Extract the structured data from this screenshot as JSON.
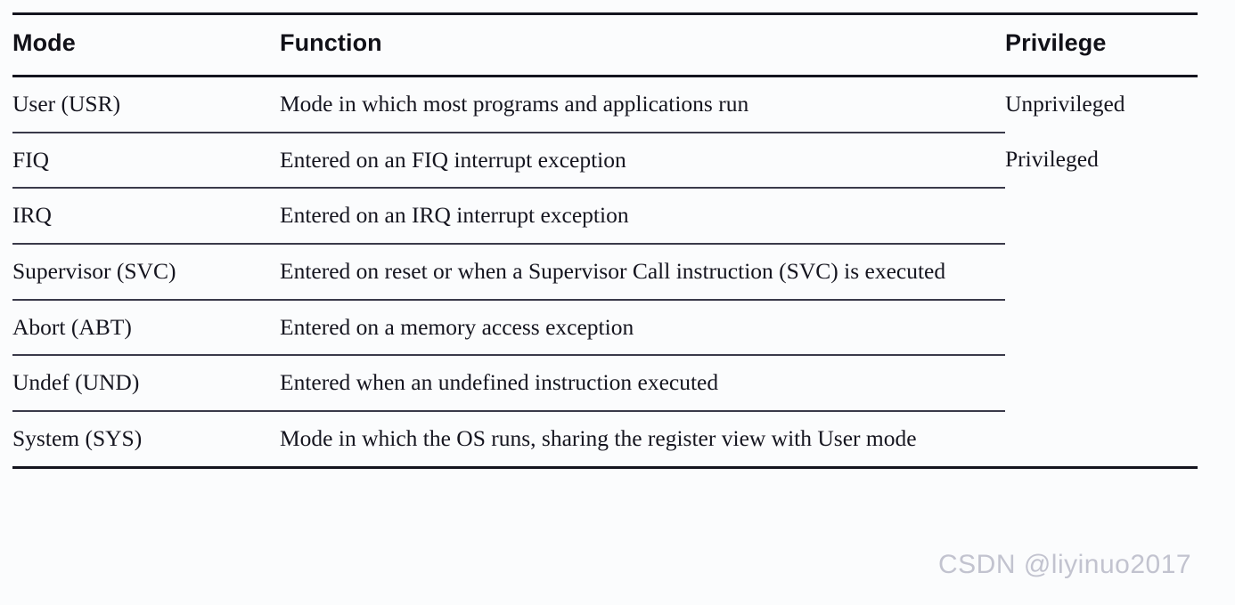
{
  "table": {
    "columns": [
      "Mode",
      "Function",
      "Privilege"
    ],
    "rows": [
      {
        "mode": "User (USR)",
        "function": "Mode in which most programs and applications run",
        "privilege": "Unprivileged"
      },
      {
        "mode": "FIQ",
        "function": "Entered on an FIQ interrupt exception",
        "privilege": "Privileged"
      },
      {
        "mode": "IRQ",
        "function": "Entered on an IRQ interrupt exception",
        "privilege": ""
      },
      {
        "mode": "Supervisor (SVC)",
        "function": "Entered on reset or when a Supervisor Call instruction (SVC) is executed",
        "privilege": ""
      },
      {
        "mode": "Abort (ABT)",
        "function": "Entered on a memory access exception",
        "privilege": ""
      },
      {
        "mode": "Undef (UND)",
        "function": "Entered when an undefined instruction executed",
        "privilege": ""
      },
      {
        "mode": "System (SYS)",
        "function": "Mode in which the OS runs, sharing the register view with User mode",
        "privilege": ""
      }
    ]
  },
  "watermark": {
    "text": "CSDN @liyinuo2017"
  },
  "colors": {
    "rule": "#14141e",
    "divider": "#3a3a4a",
    "text": "#15151f",
    "watermark": "#c2c3cf",
    "background": "#fbfcfd"
  }
}
